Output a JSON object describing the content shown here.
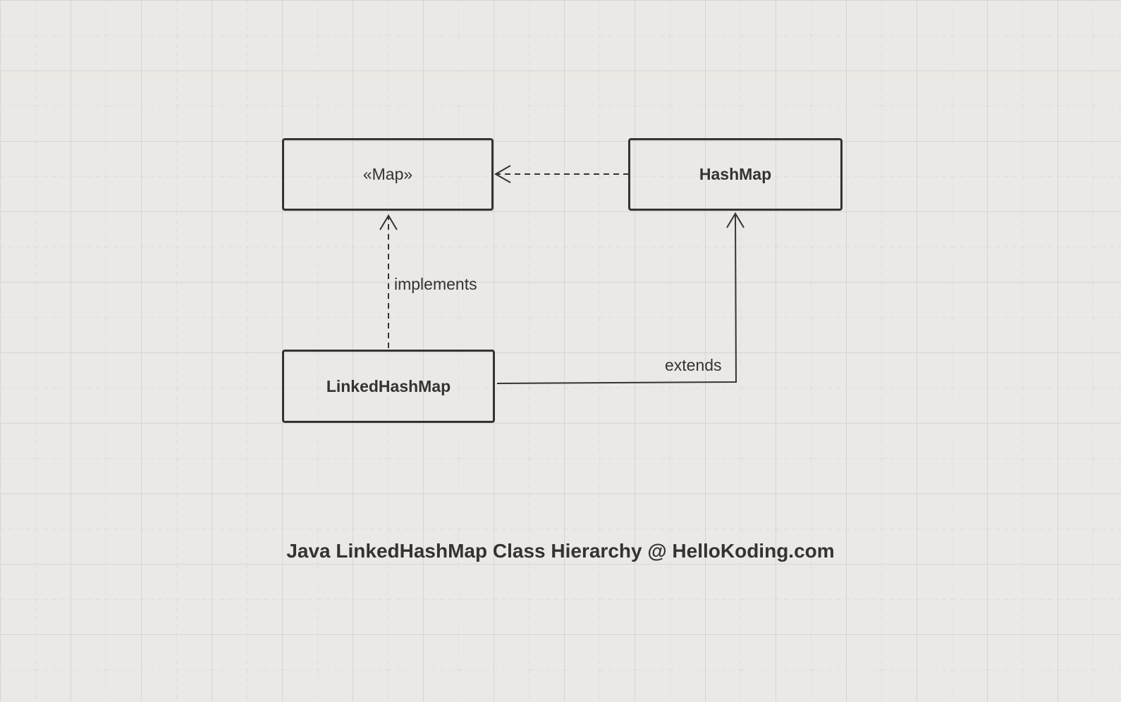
{
  "diagram": {
    "nodes": {
      "map": {
        "label": "«Map»"
      },
      "hashmap": {
        "label": "HashMap"
      },
      "linkedhashmap": {
        "label": "LinkedHashMap"
      }
    },
    "edges": {
      "implements": {
        "label": "implements",
        "from": "linkedhashmap",
        "to": "map"
      },
      "extends": {
        "label": "extends",
        "from": "linkedhashmap",
        "to": "hashmap"
      },
      "hashmap_to_map": {
        "label": "",
        "from": "hashmap",
        "to": "map"
      }
    },
    "caption": "Java LinkedHashMap Class Hierarchy @ HelloKoding.com"
  }
}
